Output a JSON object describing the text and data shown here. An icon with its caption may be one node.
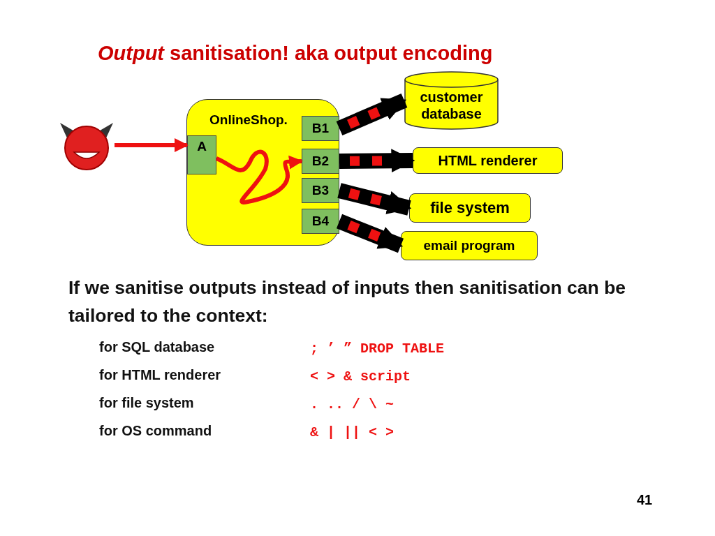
{
  "diagram": {
    "title": "*Output* sanitisation! aka output encoding",
    "nodes": [
      {
        "text": [],
        "shape": "picture"
      },
      {
        "text": [
          "OnlineShop."
        ]
      },
      {
        "text": [
          "A"
        ],
        "in": 1
      },
      {
        "text": [
          "B1"
        ],
        "in": 1
      },
      {
        "text": [
          "B2"
        ],
        "in": 1
      },
      {
        "text": [
          "B3"
        ],
        "in": 1
      },
      {
        "text": [
          "B4"
        ],
        "in": 1
      },
      {
        "text": [
          "customer database"
        ]
      },
      {
        "text": [
          "HTML renderer"
        ]
      },
      {
        "text": [
          "file system"
        ]
      },
      {
        "text": [
          "email program"
        ]
      }
    ],
    "edges": [
      {
        "from": 0,
        "to": 2,
        "arrow": "to",
        "color": "#ee1111"
      },
      {
        "from": 2,
        "to": 4,
        "arrow": "to",
        "color": "#ee1111"
      },
      {
        "from": 3,
        "to": 7,
        "arrow": "to"
      },
      {
        "from": 4,
        "to": 8,
        "arrow": "to"
      },
      {
        "from": 5,
        "to": 9,
        "arrow": "to"
      },
      {
        "from": 6,
        "to": 10,
        "arrow": "to"
      }
    ],
    "labels": [
      "If we sanitise **outputs** instead of inputs then sanitisation can be **tailored to the context**:",
      "for SQL database",
      "; ’ ” DROP TABLE",
      "for HTML renderer",
      "< > & script",
      "for file system",
      ". .. / \\ ~",
      "for OS command",
      "& | || < >",
      "41"
    ]
  }
}
